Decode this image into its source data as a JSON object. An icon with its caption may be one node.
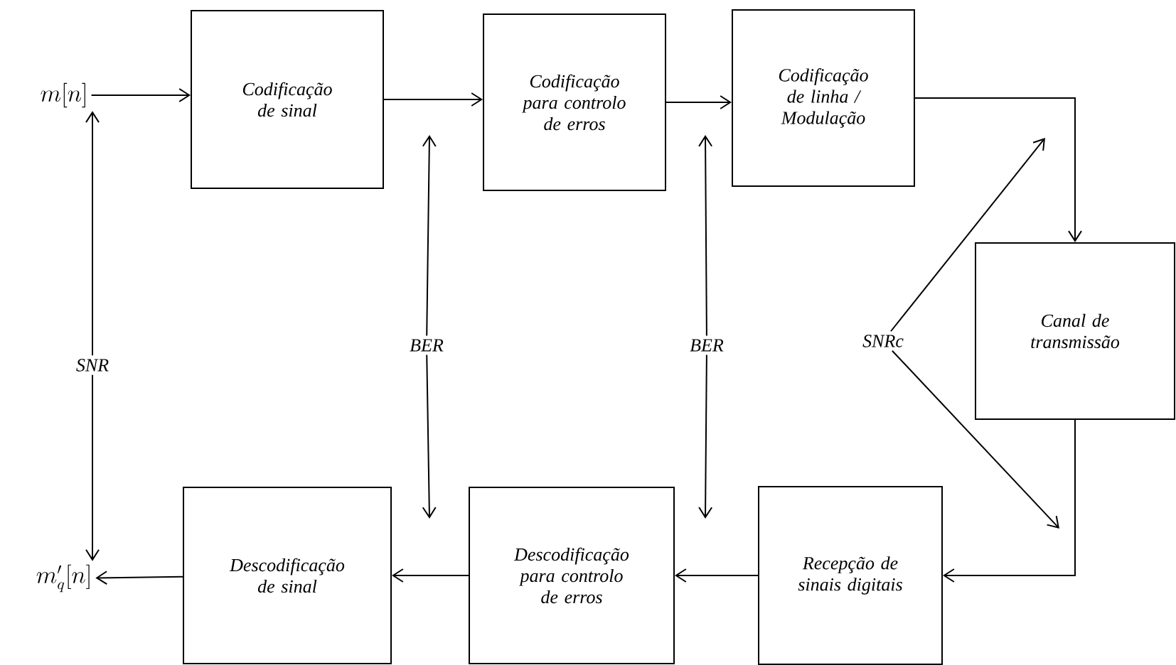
{
  "diagram": {
    "nodes": [
      {
        "text": [
          "m[n]"
        ]
      },
      {
        "text": [
          "Codificação de sinal"
        ]
      },
      {
        "text": [
          "Codificação para controlo de erros"
        ]
      },
      {
        "text": [
          "Codificação de linha / Modulação"
        ]
      },
      {
        "text": [
          "Canal de transmissão"
        ]
      },
      {
        "text": [
          "Recepção de sinais digitais"
        ]
      },
      {
        "text": [
          "Descodificação para controlo de erros"
        ]
      },
      {
        "text": [
          "Descodificação de sinal"
        ]
      },
      {
        "text": [
          "m_q'[n]"
        ]
      },
      {
        "text": [
          "SNR"
        ]
      },
      {
        "text": [
          "BER"
        ]
      },
      {
        "text": [
          "BER"
        ]
      },
      {
        "text": [
          "SNRc"
        ]
      }
    ],
    "edges": [
      {
        "from": 0,
        "to": 1,
        "arrow": "to"
      },
      {
        "from": 1,
        "to": 2,
        "arrow": "to"
      },
      {
        "from": 2,
        "to": 3,
        "arrow": "to"
      },
      {
        "from": 3,
        "to": 4,
        "arrow": "to"
      },
      {
        "from": 4,
        "to": 5,
        "arrow": "to"
      },
      {
        "from": 5,
        "to": 6,
        "arrow": "to"
      },
      {
        "from": 6,
        "to": 7,
        "arrow": "to"
      },
      {
        "from": 7,
        "to": 8,
        "arrow": "to"
      },
      {
        "from": 9,
        "to": 0,
        "arrow": "to"
      },
      {
        "from": 9,
        "to": 8,
        "arrow": "to"
      },
      {
        "from": 10,
        "to": null,
        "arrow": "to"
      },
      {
        "from": 10,
        "to": null,
        "arrow": "to"
      },
      {
        "from": 11,
        "to": null,
        "arrow": "to"
      },
      {
        "from": 11,
        "to": null,
        "arrow": "to"
      },
      {
        "from": 12,
        "to": null,
        "arrow": "to"
      },
      {
        "from": 12,
        "to": null,
        "arrow": "to"
      }
    ]
  }
}
